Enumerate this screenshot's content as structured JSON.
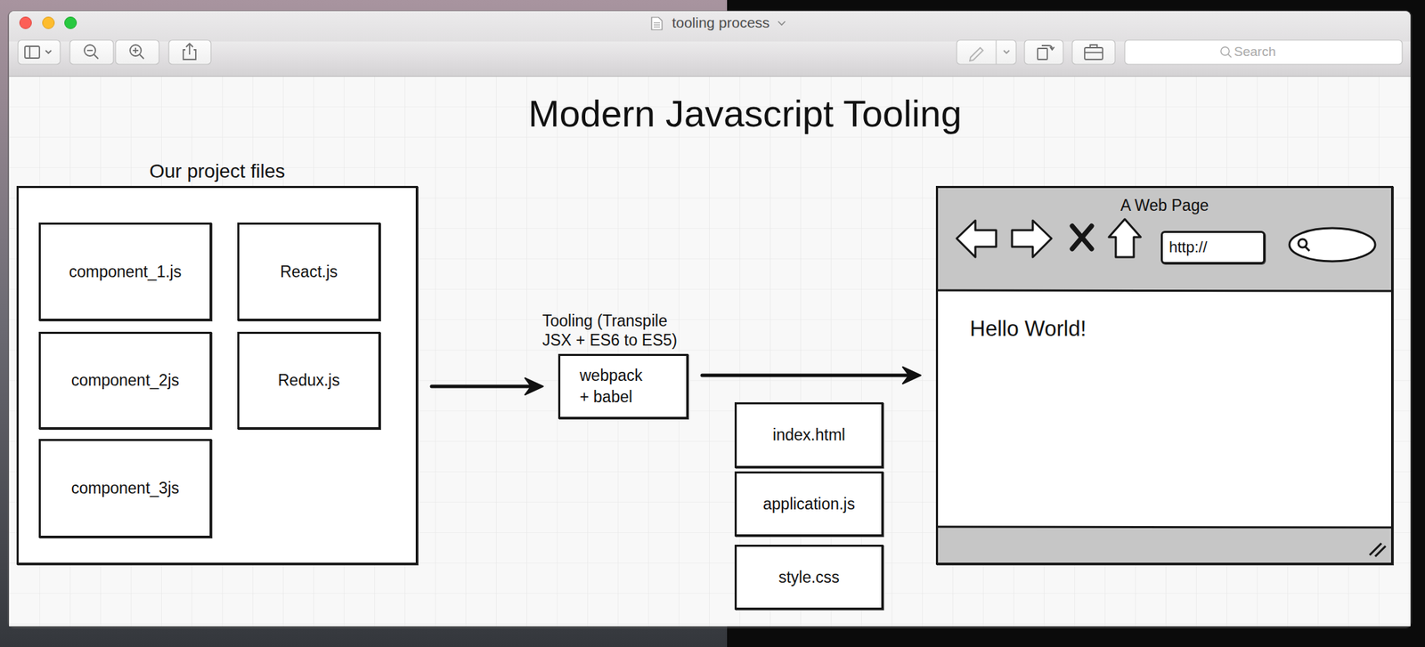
{
  "diagram": {
    "title": "Modern Javascript Tooling",
    "nodes": [
      {
        "text": [
          "Our project files"
        ]
      },
      {
        "text": [
          "component_1.js"
        ],
        "in": 0
      },
      {
        "text": [
          "React.js"
        ],
        "in": 0
      },
      {
        "text": [
          "component_2js"
        ],
        "in": 0
      },
      {
        "text": [
          "Redux.js"
        ],
        "in": 0
      },
      {
        "text": [
          "component_3js"
        ],
        "in": 0
      },
      {
        "text": [
          "Tooling (Transpile JSX + ES6 to ES5)",
          "webpack + babel"
        ]
      },
      {
        "text": [
          "A Web Page",
          "Hello World!"
        ]
      },
      {
        "text": [
          "http://"
        ],
        "in": 7
      },
      {
        "text": [
          "index.html"
        ]
      },
      {
        "text": [
          "application.js"
        ]
      },
      {
        "text": [
          "style.css"
        ]
      }
    ],
    "edges": [
      {
        "from": 0,
        "to": 6,
        "arrow": "to"
      },
      {
        "from": 6,
        "to": 7,
        "arrow": "to"
      }
    ],
    "labels": [
      "tooling process",
      "Search"
    ]
  }
}
